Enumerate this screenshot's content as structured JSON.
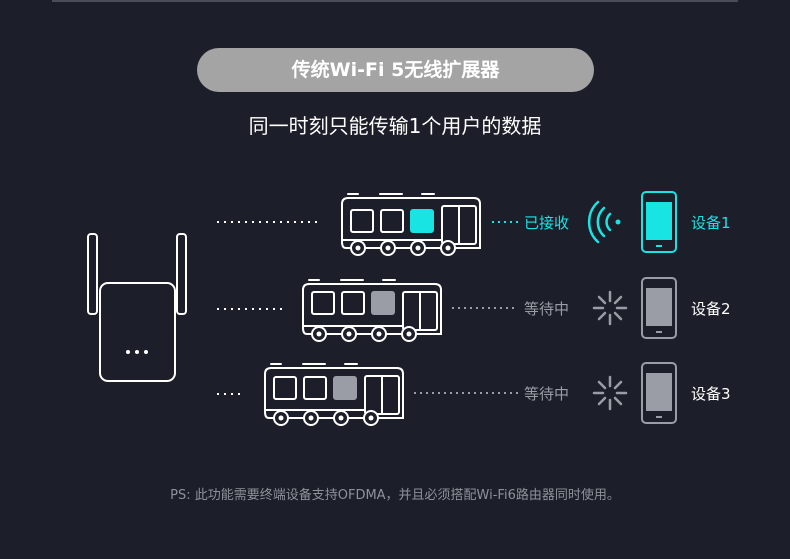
{
  "header": {
    "title": "传统Wi-Fi 5无线扩展器",
    "subtitle": "同一时刻只能传输1个用户的数据"
  },
  "rows": [
    {
      "status": "已接收",
      "device": "设备1",
      "active": true
    },
    {
      "status": "等待中",
      "device": "设备2",
      "active": false
    },
    {
      "status": "等待中",
      "device": "设备3",
      "active": false
    }
  ],
  "footnote": "PS: 此功能需要终端设备支持OFDMA，并且必须搭配Wi-Fi6路由器同时使用。",
  "colors": {
    "background": "#1c1f29",
    "accent": "#18e4e4",
    "muted": "#9a9da6",
    "pill": "#a4a4a4"
  },
  "icons": [
    "extender-icon",
    "bus-icon",
    "wifi-signal-icon",
    "loading-spinner-icon",
    "phone-icon"
  ]
}
